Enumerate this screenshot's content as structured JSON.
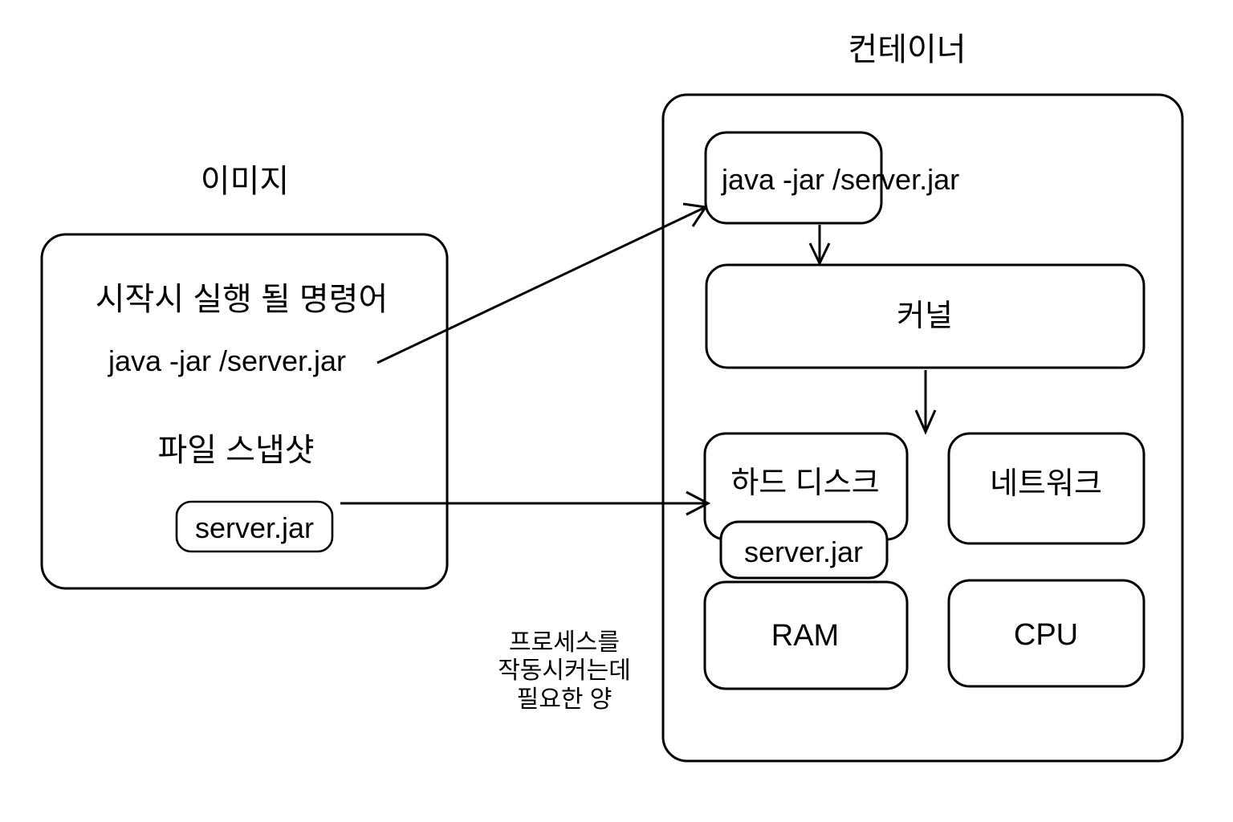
{
  "diagram": {
    "type": "architecture-diagram",
    "background_color": "#ffffff",
    "stroke_color": "#000000",
    "text_color": "#000000",
    "image_panel": {
      "title": "이미지",
      "command_heading": "시작시 실행 될 명령어",
      "command_value": "java -jar /server.jar",
      "snapshot_heading": "파일 스냅샷",
      "snapshot_file": "server.jar"
    },
    "container_panel": {
      "title": "컨테이너",
      "process_box": "java -jar /server.jar",
      "kernel_box": "커널",
      "hard_disk_box": "하드 디스크",
      "hard_disk_file": "server.jar",
      "network_box": "네트워크",
      "ram_box": "RAM",
      "cpu_box": "CPU"
    },
    "annotation": {
      "line1": "프로세스를",
      "line2": "작동시커는데",
      "line3": "필요한 양"
    },
    "connectors": [
      {
        "name": "command-to-process",
        "from": "image.command_value",
        "to": "container.process_box",
        "style": "diagonal-arrow"
      },
      {
        "name": "snapshot-to-harddisk",
        "from": "image.snapshot_file",
        "to": "container.hard_disk_box",
        "style": "horizontal-arrow"
      },
      {
        "name": "process-to-kernel",
        "from": "container.process_box",
        "to": "container.kernel_box",
        "style": "vertical-arrow"
      },
      {
        "name": "kernel-to-hardware",
        "from": "container.kernel_box",
        "to": "container.hardware_row",
        "style": "vertical-arrow"
      }
    ]
  }
}
